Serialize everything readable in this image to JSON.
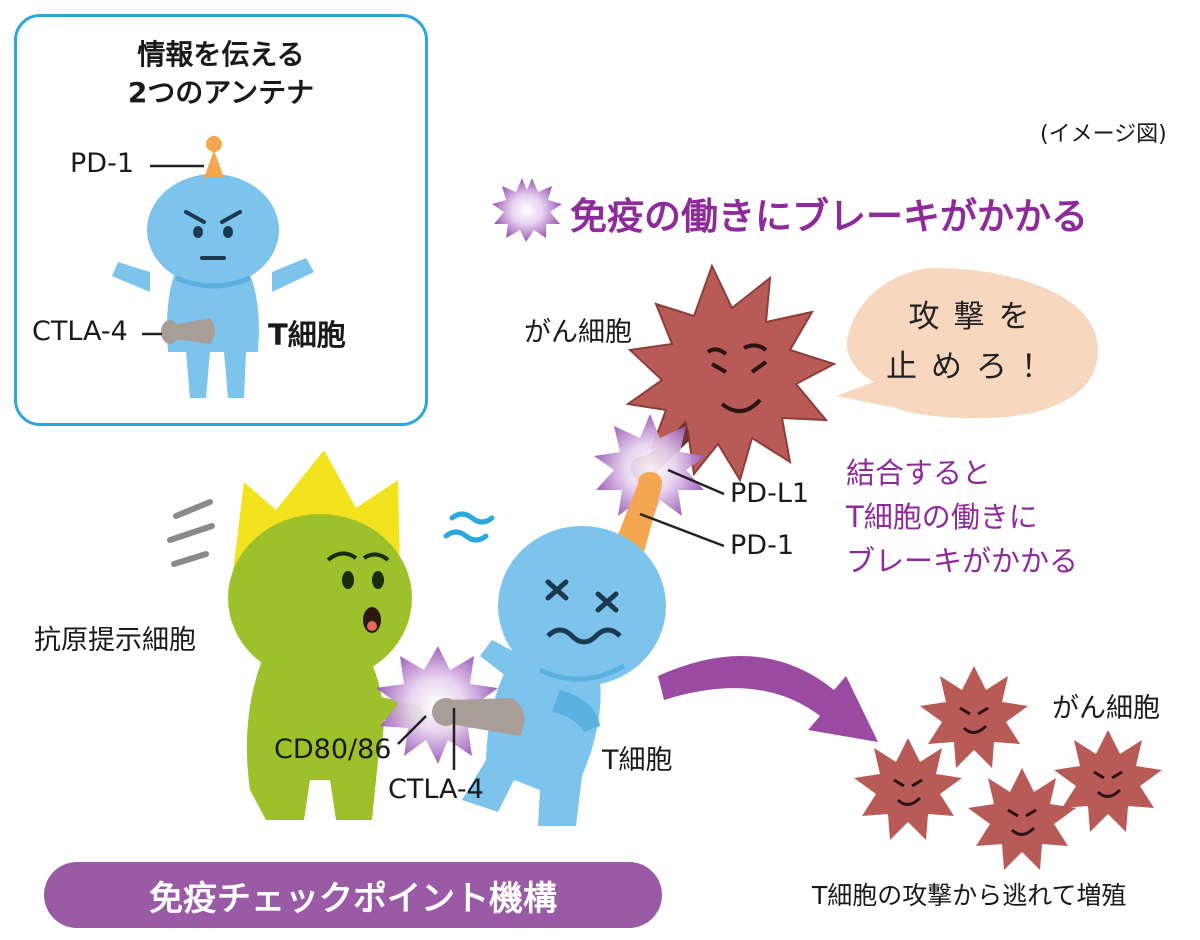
{
  "inset": {
    "title_line1": "情報を伝える",
    "title_line2": "2つのアンテナ",
    "pd1_label": "PD-1",
    "ctla4_label": "CTLA-4",
    "tcell_label": "T細胞"
  },
  "note": "(イメージ図)",
  "headline": "免疫の働きにブレーキがかかる",
  "cancer_cell_label": "がん細胞",
  "speech_bubble": {
    "line1": "攻撃を",
    "line2": "止めろ！"
  },
  "pdl1_label": "PD-L1",
  "pd1_label": "PD-1",
  "binding_note": {
    "line1": "結合すると",
    "line2": "T細胞の働きに",
    "line3": "ブレーキがかかる"
  },
  "apc_label": "抗原提示細胞",
  "cd80_label": "CD80/86",
  "ctla4_label": "CTLA-4",
  "tcell_label": "T細胞",
  "cancer_cells_label": "がん細胞",
  "banner": "免疫チェックポイント機構",
  "escape_caption": "T細胞の攻撃から逃れて増殖",
  "colors": {
    "tcell_blue": "#7cc4ec",
    "apc_green": "#9dc12a",
    "crown_yellow": "#f2e31e",
    "cancer_red": "#b85a56",
    "antenna_orange": "#f5a650",
    "receptor_gray": "#a99e97",
    "accent_purple": "#8e2a9a",
    "banner_purple": "#9a5aa6",
    "inset_border": "#2aa7dc",
    "bubble_fill": "#f7d7bd"
  }
}
